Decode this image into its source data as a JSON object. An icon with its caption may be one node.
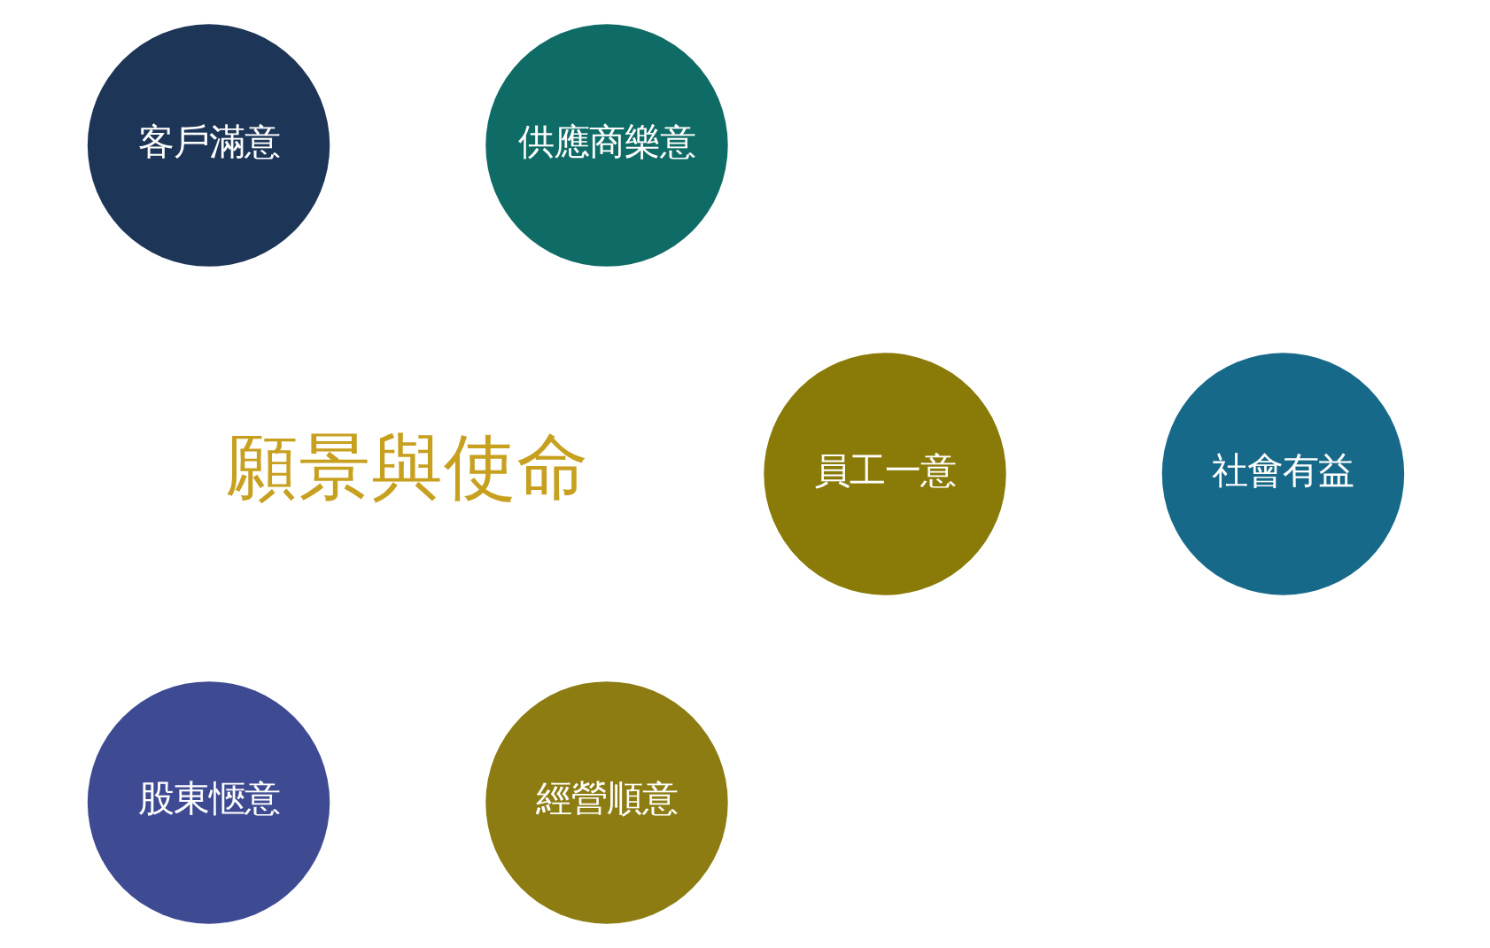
{
  "diagram": {
    "nodes": [
      {
        "text": [
          "客戶滿意"
        ]
      },
      {
        "text": [
          "供應商樂意"
        ]
      },
      {
        "text": [
          "員工一意"
        ]
      },
      {
        "text": [
          "股東愜意"
        ]
      },
      {
        "text": [
          "經營順意"
        ]
      },
      {
        "text": [
          "社會有益"
        ]
      }
    ],
    "labels": [
      "願景與使命"
    ]
  }
}
